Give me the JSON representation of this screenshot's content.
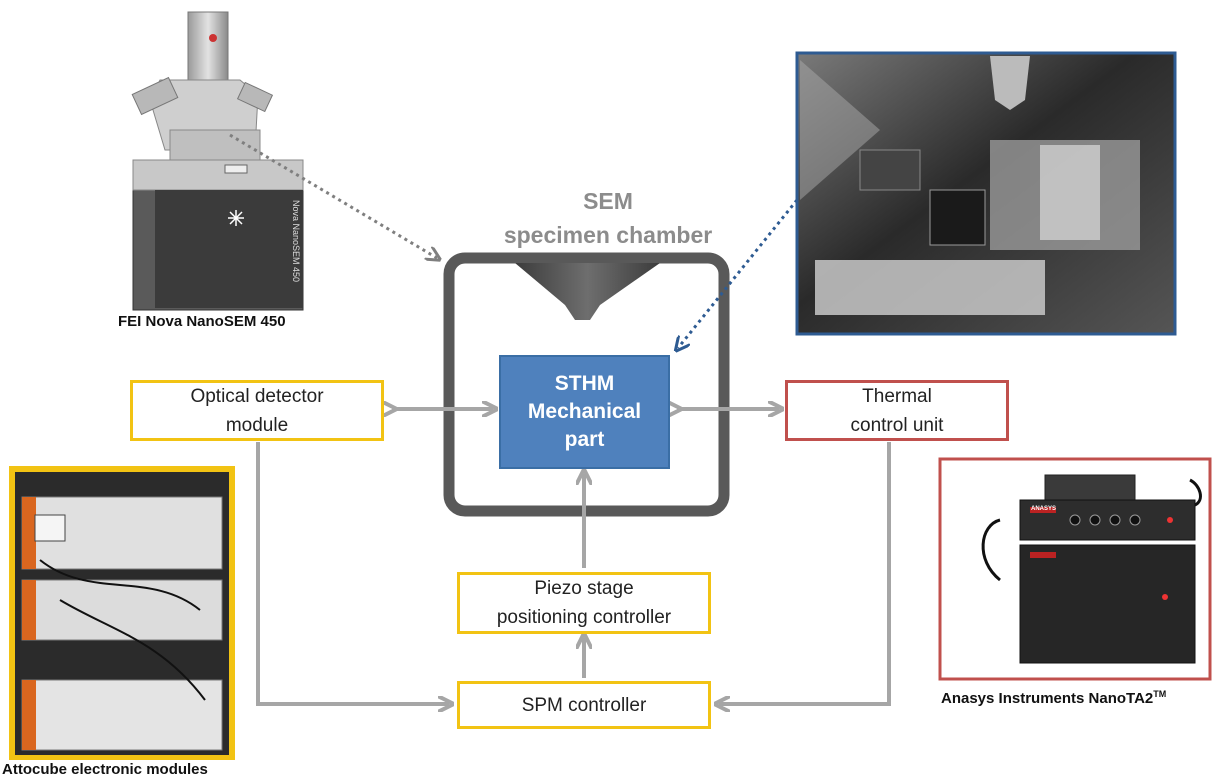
{
  "diagram": {
    "chamber_title_line1": "SEM",
    "chamber_title_line2": "specimen chamber",
    "sthm_line1": "STHM",
    "sthm_line2": "Mechanical",
    "sthm_line3": "part",
    "optical_line1": "Optical detector",
    "optical_line2": "module",
    "thermal_line1": "Thermal",
    "thermal_line2": "control unit",
    "piezo_line1": "Piezo stage",
    "piezo_line2": "positioning controller",
    "spm": "SPM controller"
  },
  "images": {
    "sem_caption": "FEI Nova NanoSEM 450",
    "sem_side_text": "Nova NanoSEM 450",
    "attocube_caption": "Attocube electronic modules",
    "anasys_caption": "Anasys Instruments NanoTA2",
    "anasys_tm": "TM",
    "anasys_logo": "ANASYS"
  },
  "colors": {
    "yellow": "#f2c313",
    "red": "#c0504d",
    "blue": "#4f81bd",
    "dark_blue_frame": "#2e5b92",
    "gray_arrow": "#a6a6a6",
    "chamber": "#595959"
  }
}
